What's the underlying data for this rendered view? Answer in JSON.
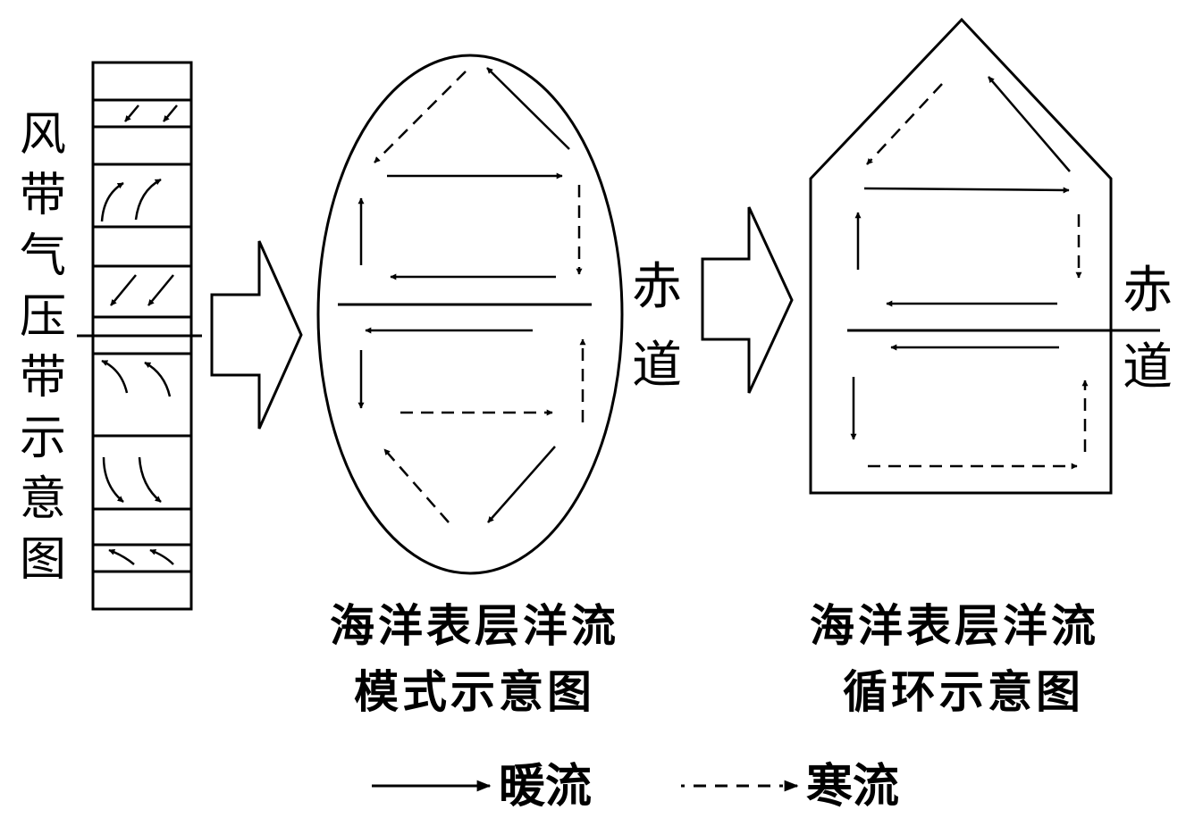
{
  "left_panel": {
    "vertical_title": [
      "风",
      "带",
      "气",
      "压",
      "带",
      "示",
      "意",
      "图"
    ]
  },
  "middle_panel": {
    "equator_label": [
      "赤",
      "道"
    ],
    "caption_line1": "海洋表层洋流",
    "caption_line2": "模式示意图"
  },
  "right_panel": {
    "equator_label": [
      "赤",
      "道"
    ],
    "caption_line1": "海洋表层洋流",
    "caption_line2": "循环示意图"
  },
  "legend": {
    "warm_label": "暖流",
    "cold_label": "寒流"
  }
}
